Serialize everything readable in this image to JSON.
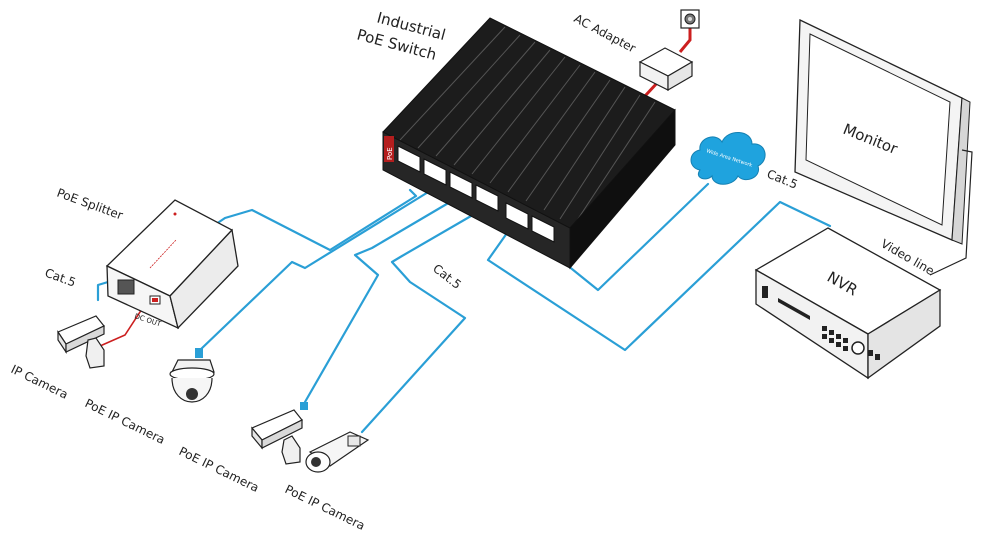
{
  "labels": {
    "switch_line1": "Industrial",
    "switch_line2": "PoE Switch",
    "ac_adapter": "AC Adapter",
    "monitor": "Monitor",
    "wan": "Wide Area Network",
    "cat5_right": "Cat.5",
    "cat5_middle": "Cat.5",
    "cat5_left": "Cat.5",
    "video_line": "Video line",
    "nvr": "NVR",
    "poe_splitter": "PoE Splitter",
    "dc_out": "DC OUT",
    "ip_camera": "IP Camera",
    "poe_ip_camera_1": "PoE IP Camera",
    "poe_ip_camera_2": "PoE IP Camera",
    "poe_ip_camera_3": "PoE IP Camera",
    "poe_badge": "PoE"
  },
  "colors": {
    "cable": "#2a9fd6",
    "power": "#cc1f1f",
    "wan_cloud": "#1fa3de",
    "switch_body": "#1c1c1c",
    "outline": "#222222"
  }
}
